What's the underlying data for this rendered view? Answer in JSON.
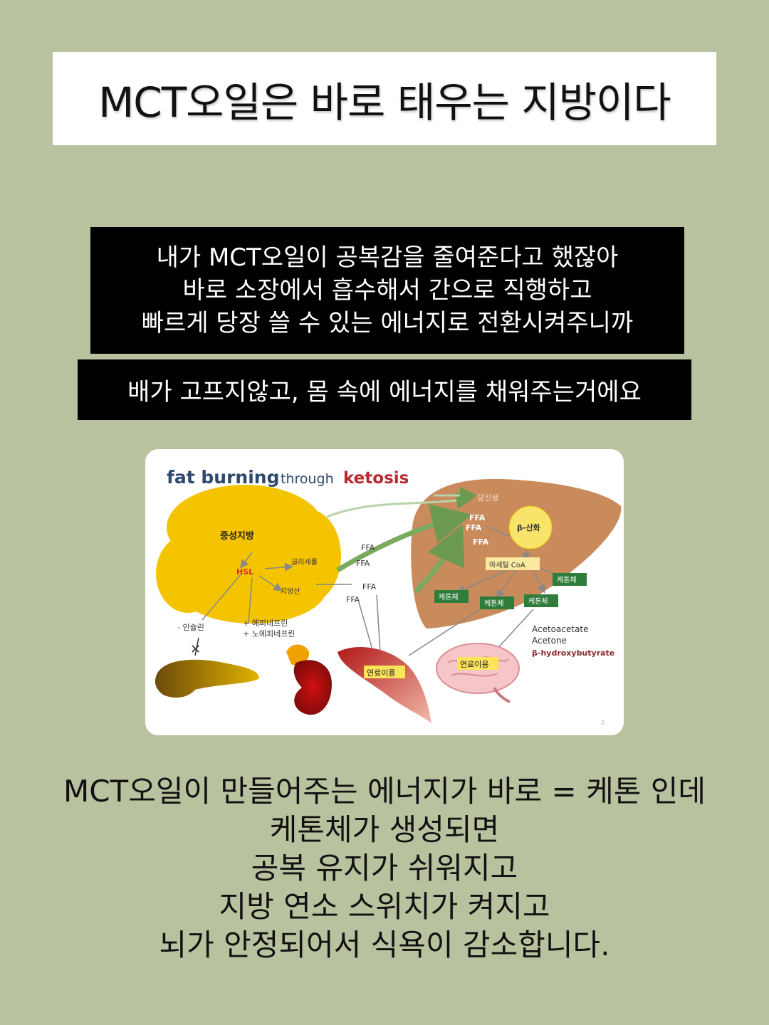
{
  "title": "MCT오일은 바로 태우는 지방이다",
  "box1": {
    "lines": [
      "내가 MCT오일이 공복감을 줄여준다고 했잖아",
      "바로 소장에서 흡수해서 간으로 직행하고",
      "빠르게 당장 쓸 수 있는 에너지로 전환시켜주니까"
    ]
  },
  "box2": {
    "text": "배가 고프지않고, 몸 속에 에너지를 채워주는거에요"
  },
  "diagram": {
    "title_part1": "fat burning",
    "title_part2": "through",
    "title_part3": "ketosis",
    "labels": {
      "triglyceride": "중성지방",
      "hsl": "HSL",
      "glycerol": "글리세롤",
      "fatty_acid": "지방산",
      "ffa": "FFA",
      "insulin": "- 인슐린",
      "epinephrine": "+ 에피네프린",
      "norepinephrine": "+ 노에피네프린",
      "gluconeogenesis": "당신생",
      "beta_oxidation": "β-산화",
      "acetyl_coa": "아세틸 CoA",
      "ketone_body": "케톤체",
      "fuel_use": "연료이용",
      "acetoacetate": "Acetoacetate",
      "acetone": "Acetone",
      "bhb": "β-hydroxybutyrate",
      "page_num": "2"
    }
  },
  "bottom": {
    "lines": [
      "MCT오일이 만들어주는 에너지가 바로 = 케톤 인데",
      "케톤체가 생성되면",
      "공복 유지가 쉬워지고",
      "지방 연소 스위치가 켜지고",
      "뇌가 안정되어서 식욕이 감소합니다."
    ]
  },
  "colors": {
    "background": "#b8c29f",
    "fat": "#f5c400",
    "liver": "#c98a5c",
    "ketone_badge": "#2f7d3a",
    "title_blue": "#2d4a6e",
    "title_red": "#b8292f"
  }
}
